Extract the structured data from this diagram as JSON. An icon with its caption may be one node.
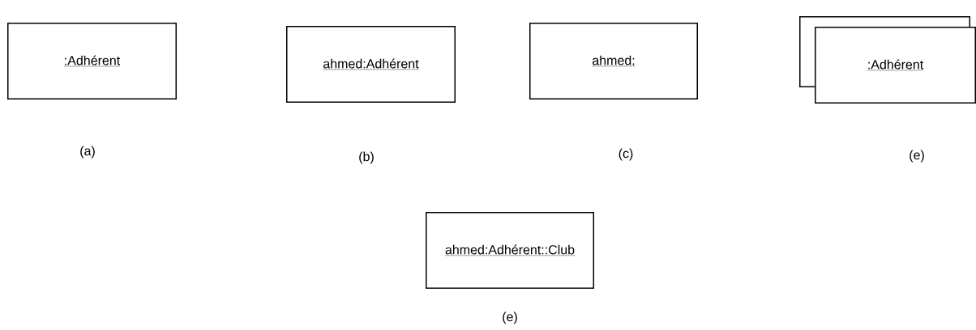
{
  "diagram": {
    "nodes": [
      {
        "text": [
          ":Adhérent"
        ],
        "beside": [
          "(a)"
        ]
      },
      {
        "text": [
          "ahmed:Adhérent"
        ],
        "beside": [
          "(b)"
        ]
      },
      {
        "text": [
          "ahmed:"
        ],
        "beside": [
          "(c)"
        ]
      },
      {
        "text": [
          ":Adhérent"
        ],
        "beside": [
          "(e)"
        ]
      },
      {
        "text": [
          "ahmed:Adhérent::Club"
        ],
        "beside": [
          "(e)"
        ]
      }
    ]
  }
}
